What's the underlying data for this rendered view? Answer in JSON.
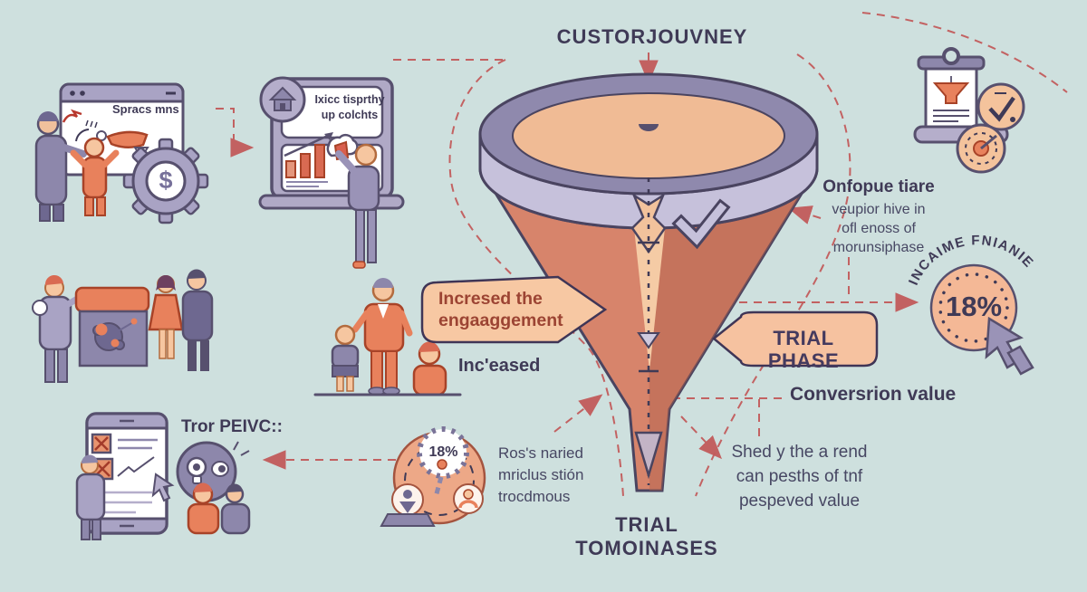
{
  "title": "CUSTORJOUVNEY",
  "colors": {
    "background": "#cee0de",
    "ink": "#3f3a56",
    "accent_red": "#c25b5b",
    "funnel_cone": "#d7846b",
    "funnel_rim_top": "#8f89ad",
    "funnel_band": "#c6c1db",
    "callout_fill": "#f7c8a3",
    "callout_text": "#9c4433"
  },
  "browser_scene": {
    "window_title": "Spracs mns",
    "gear_symbol": "$"
  },
  "laptop_scene": {
    "screen_lines": [
      "Ixicc tisprthy",
      "up colchts"
    ]
  },
  "engagement_callout": {
    "lines": [
      "Incresed the",
      "engaaggement"
    ]
  },
  "increased_label": "Inc'eased",
  "trial_phase": {
    "label": "TRIAL PHASE"
  },
  "right_info": {
    "heading": "Onfopue tiare",
    "lines": [
      "veupior hive in",
      "ofl enoss of",
      "morunsiphase"
    ]
  },
  "income_badge": {
    "arc_label": "INCAIME FNIANIE",
    "value": "18%"
  },
  "conversion": {
    "heading": "Conversrion value",
    "lines": [
      "Shed y the a rend",
      "can pesths of tnf",
      "pespeved value"
    ]
  },
  "tablet_scene": {
    "label": "Tror PEIVC::"
  },
  "analysis_scene": {
    "value": "18%",
    "lines": [
      "Ros's naried",
      "mriclus stión",
      "trocdmous"
    ]
  },
  "funnel_label": {
    "lines": [
      "TRIAL",
      "TOMOINASES"
    ]
  }
}
